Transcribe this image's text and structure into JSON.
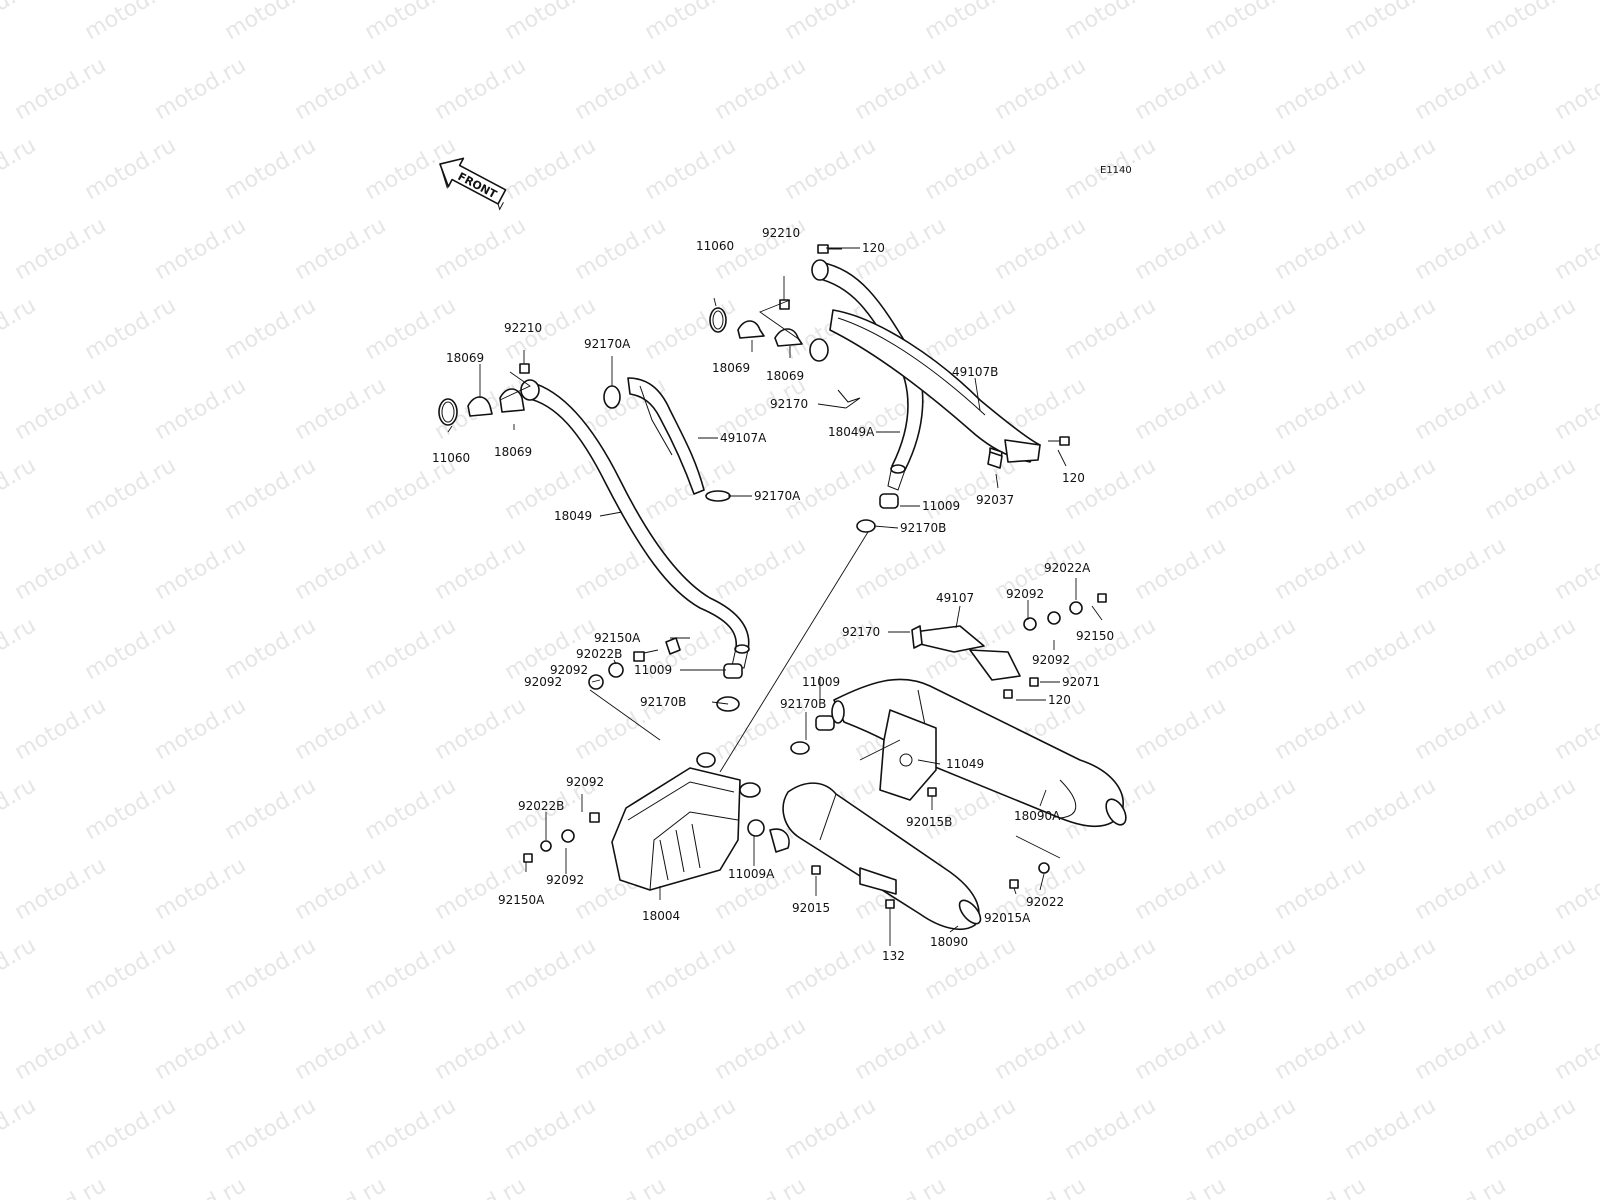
{
  "diagram_code": "E1140",
  "front_label": "FRONT",
  "watermark": "motod.ru",
  "parts": [
    {
      "id": "p-92210-top",
      "label": "92210"
    },
    {
      "id": "p-11060-top",
      "label": "11060"
    },
    {
      "id": "p-120-top",
      "label": "120"
    },
    {
      "id": "p-18069-a",
      "label": "18069"
    },
    {
      "id": "p-18069-b",
      "label": "18069"
    },
    {
      "id": "p-92170",
      "label": "92170"
    },
    {
      "id": "p-49107b",
      "label": "49107B"
    },
    {
      "id": "p-18049a",
      "label": "18049A"
    },
    {
      "id": "p-120-right",
      "label": "120"
    },
    {
      "id": "p-92037",
      "label": "92037"
    },
    {
      "id": "p-11009-top",
      "label": "11009"
    },
    {
      "id": "p-92170b-top",
      "label": "92170B"
    },
    {
      "id": "p-92210-left",
      "label": "92210"
    },
    {
      "id": "p-18069-c",
      "label": "18069"
    },
    {
      "id": "p-92170a-top",
      "label": "92170A"
    },
    {
      "id": "p-11060-left",
      "label": "11060"
    },
    {
      "id": "p-18069-d",
      "label": "18069"
    },
    {
      "id": "p-49107a",
      "label": "49107A"
    },
    {
      "id": "p-92170a-bottom",
      "label": "92170A"
    },
    {
      "id": "p-18049",
      "label": "18049"
    },
    {
      "id": "p-92022a",
      "label": "92022A"
    },
    {
      "id": "p-92092-r1",
      "label": "92092"
    },
    {
      "id": "p-49107",
      "label": "49107"
    },
    {
      "id": "p-92150",
      "label": "92150"
    },
    {
      "id": "p-92170-mid",
      "label": "92170"
    },
    {
      "id": "p-92092-r2",
      "label": "92092"
    },
    {
      "id": "p-92071",
      "label": "92071"
    },
    {
      "id": "p-120-mid",
      "label": "120"
    },
    {
      "id": "p-92150a-top",
      "label": "92150A"
    },
    {
      "id": "p-92022b-top",
      "label": "92022B"
    },
    {
      "id": "p-92092-l1",
      "label": "92092"
    },
    {
      "id": "p-92092-l2",
      "label": "92092"
    },
    {
      "id": "p-11009-mid",
      "label": "11009"
    },
    {
      "id": "p-11009-right",
      "label": "11009"
    },
    {
      "id": "p-92170b-left",
      "label": "92170B"
    },
    {
      "id": "p-92170b-mid",
      "label": "92170B"
    },
    {
      "id": "p-11049",
      "label": "11049"
    },
    {
      "id": "p-18090a",
      "label": "18090A"
    },
    {
      "id": "p-92015b",
      "label": "92015B"
    },
    {
      "id": "p-92092-b1",
      "label": "92092"
    },
    {
      "id": "p-92022b-bottom",
      "label": "92022B"
    },
    {
      "id": "p-92092-b2",
      "label": "92092"
    },
    {
      "id": "p-92150a-bottom",
      "label": "92150A"
    },
    {
      "id": "p-18004",
      "label": "18004"
    },
    {
      "id": "p-11009a",
      "label": "11009A"
    },
    {
      "id": "p-92015",
      "label": "92015"
    },
    {
      "id": "p-132",
      "label": "132"
    },
    {
      "id": "p-18090",
      "label": "18090"
    },
    {
      "id": "p-92022",
      "label": "92022"
    },
    {
      "id": "p-92015a",
      "label": "92015A"
    }
  ]
}
